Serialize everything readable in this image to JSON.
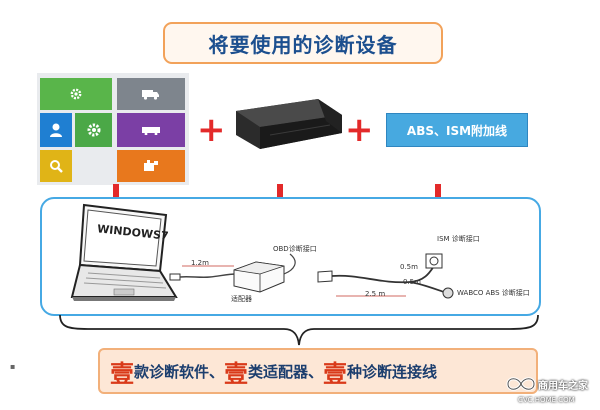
{
  "title": "将要使用的诊断设备",
  "software_tiles": {
    "gray_tile_label": "",
    "purple_tile_label": "",
    "orange_tile_label": ""
  },
  "plus_sign": "+",
  "abs_box": {
    "text": "ABS、ISM附加线"
  },
  "laptop_screen": {
    "text": "WINDOWS7"
  },
  "diagram_labels": {
    "cable_a": "1.2m",
    "obd_port": "OBD诊断接口",
    "adapter": "适配器",
    "ism_port": "ISM 诊断接口",
    "cable_b": "0.5m",
    "cable_c": "0.5m",
    "cable_d": "2.5 m",
    "wabco_port": "WABCO ABS 诊断接口"
  },
  "bottom_banner": {
    "part1_big": "壹",
    "part1_text": "款诊断软件、",
    "part2_big": "壹",
    "part2_text": "类适配器、",
    "part3_big": "壹",
    "part3_text": "种诊断连接线"
  },
  "watermark": {
    "site_name": "商用车之家",
    "url": "CVC.HOME.COM"
  },
  "decor_dot": "▪",
  "colors": {
    "title_text": "#1c4f8f",
    "accent_red": "#e32a2a",
    "frame_blue": "#46a9e4",
    "abs_box": "#47a9e0",
    "banner_bg": "#fde7d6"
  }
}
